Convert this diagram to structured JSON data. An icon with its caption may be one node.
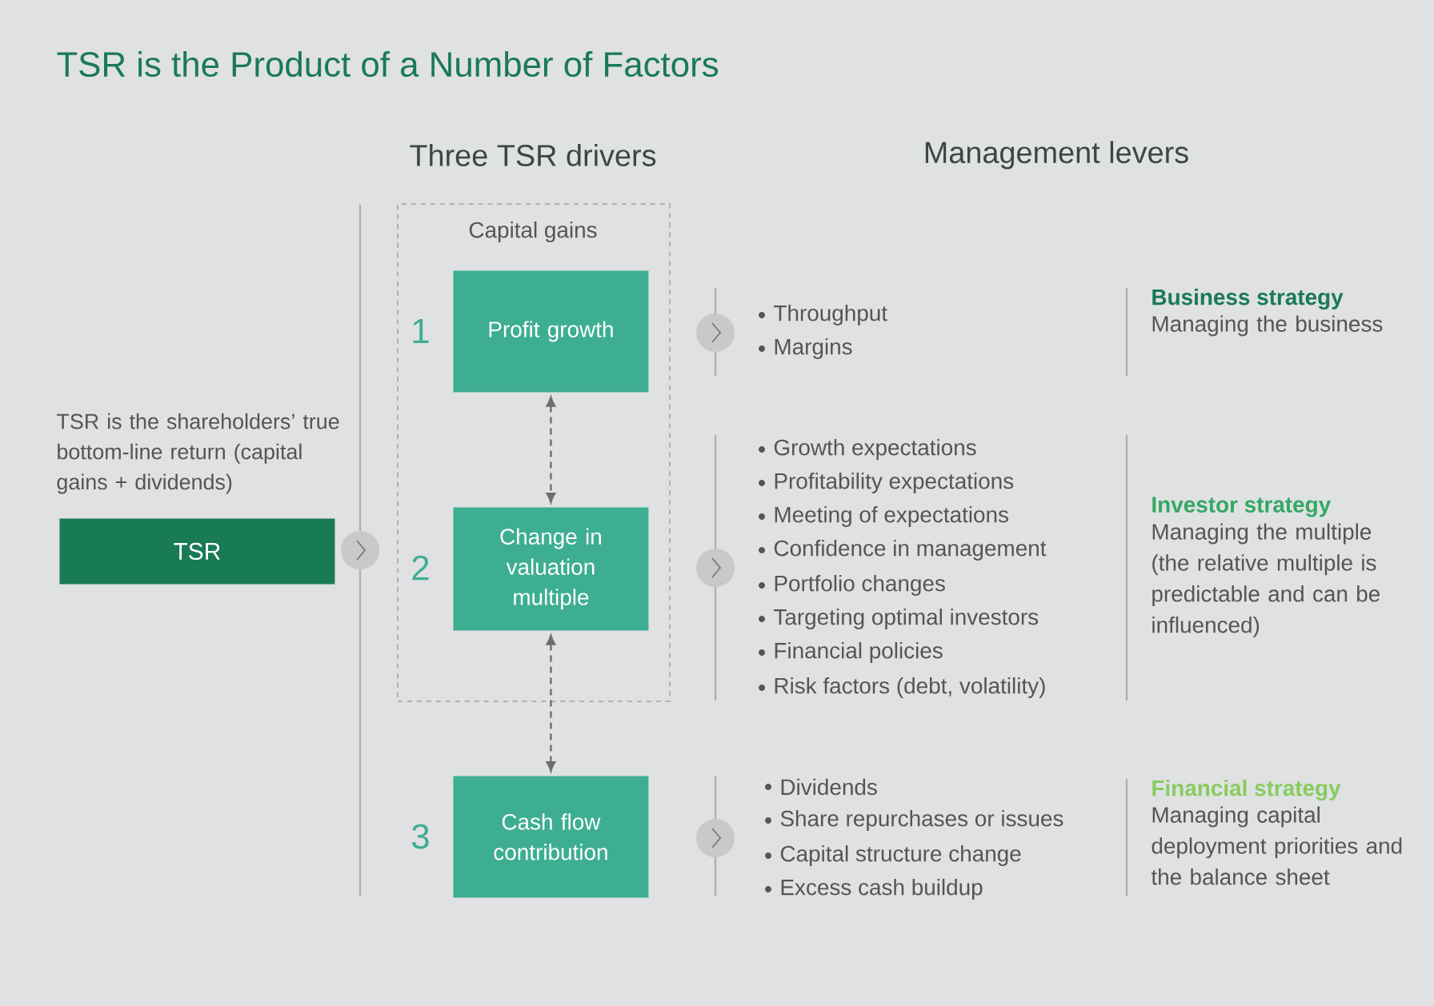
{
  "diagram": {
    "title": "TSR is the Product of a Number of Factors",
    "nodes": [
      {
        "text": [
          "TSR"
        ],
        "beside": [
          "TSR is the shareholders’ true bottom-line return (capital gains + dividends)"
        ]
      },
      {
        "text": [
          "Capital gains"
        ]
      },
      {
        "text": [
          "Profit growth"
        ],
        "in": 1,
        "beside": [
          "1"
        ]
      },
      {
        "text": [
          "Change in valuation multiple"
        ],
        "in": 1,
        "beside": [
          "2"
        ]
      },
      {
        "text": [
          "Cash flow contribution"
        ],
        "beside": [
          "3"
        ]
      }
    ],
    "edges": [
      {
        "from": 2,
        "to": 3,
        "arrow": "both",
        "style": "dashed"
      },
      {
        "from": 3,
        "to": 4,
        "arrow": "both",
        "style": "dashed"
      }
    ],
    "labels": [
      "Three TSR drivers",
      "Management levers",
      "Throughput",
      "Margins",
      "Business strategy",
      "Managing the business",
      "Growth expectations",
      "Profitability expectations",
      "Meeting of expectations",
      "Confidence in management",
      "Portfolio changes",
      "Targeting optimal investors",
      "Financial policies",
      "Risk factors (debt, volatility)",
      "Investor strategy",
      "Managing the multiple (the relative multiple is predictable and can be influenced)",
      "Dividends",
      "Share repurchases or issues",
      "Capital structure change",
      "Excess cash buildup",
      "Financial strategy",
      "Managing capital deployment priorities and the balance sheet"
    ]
  }
}
